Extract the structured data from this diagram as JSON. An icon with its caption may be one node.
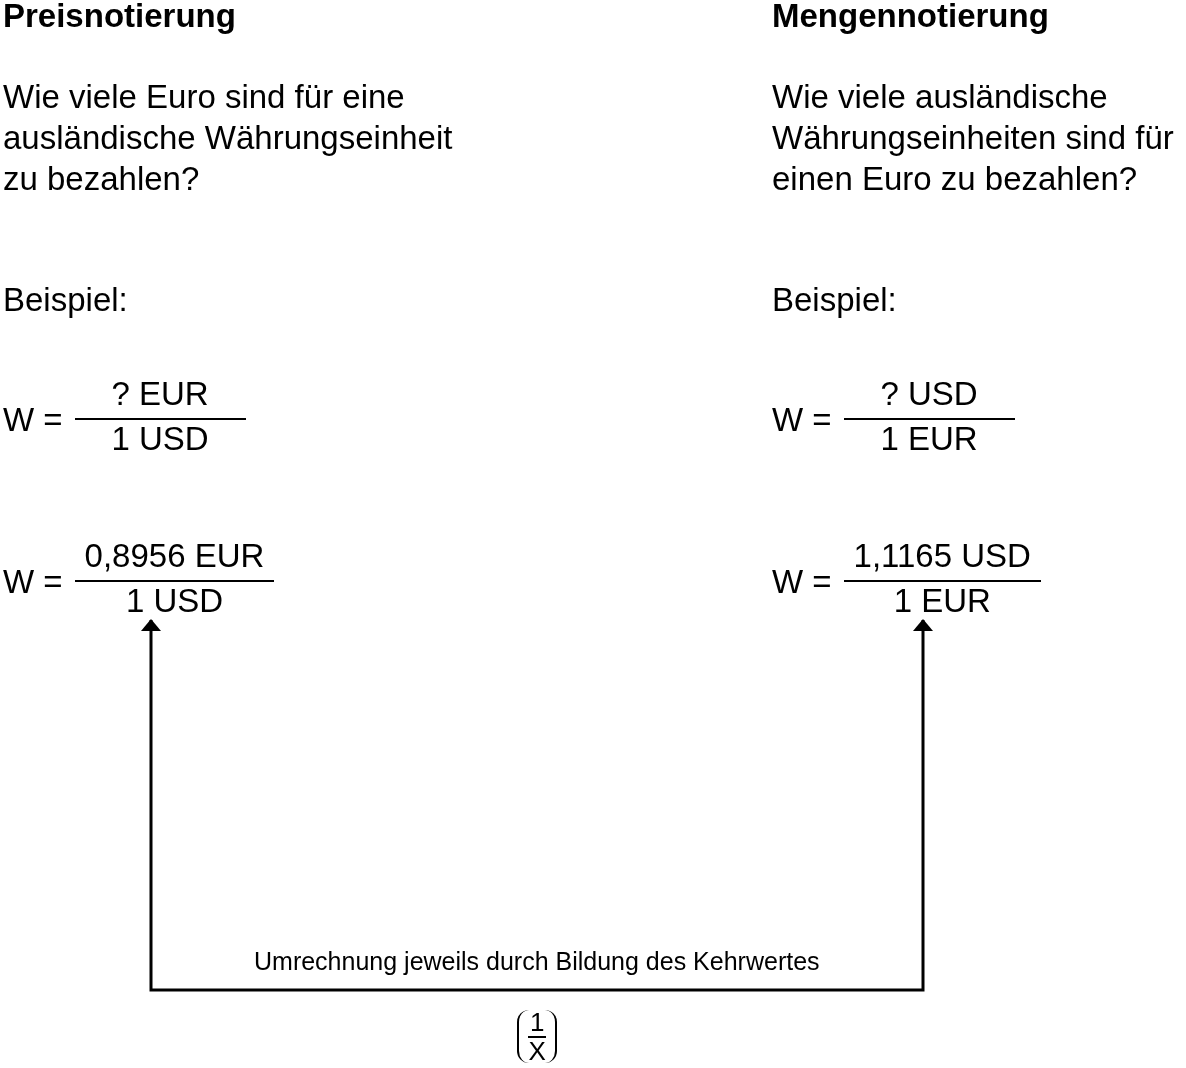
{
  "diagram": {
    "nodes": [
      {
        "text": [
          "W =",
          "0,8956 EUR",
          "1 USD"
        ]
      },
      {
        "text": [
          "W =",
          "1,1165 USD",
          "1 EUR"
        ]
      }
    ],
    "edges": [
      {
        "from": 0,
        "to": 1,
        "arrow": "both",
        "label": "Umrechnung jeweils durch Bildung des Kehrwertes"
      }
    ],
    "labels": [
      "Preisnotierung",
      "Wie viele Euro sind für eine ausländische Währungseinheit zu bezahlen?",
      "Beispiel:",
      "W =",
      "? EUR",
      "1 USD",
      "Mengennotierung",
      "Wie viele ausländische Währungseinheiten sind für einen Euro zu bezahlen?",
      "Beispiel:",
      "W =",
      "? USD",
      "1 EUR",
      "1",
      "X"
    ]
  }
}
